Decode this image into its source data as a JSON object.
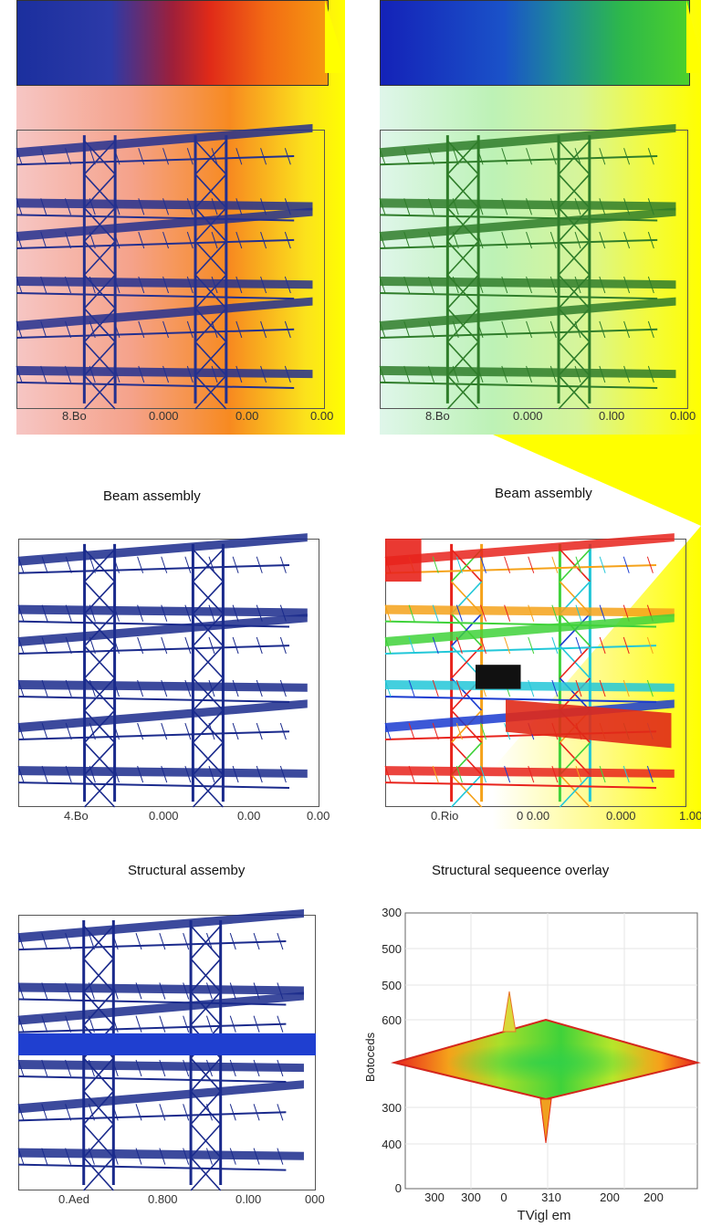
{
  "panels": [
    {
      "ticks": [
        "8.Bo",
        "0.000",
        "0.00",
        "0.00"
      ]
    },
    {
      "ticks": [
        "8.Bo",
        "0.000",
        "0.l00",
        "0.l00"
      ]
    },
    {
      "caption": "Beam assembly",
      "ticks": [
        "4.Bo",
        "0.000",
        "0.00",
        "0.00"
      ]
    },
    {
      "caption": "Beam assembly",
      "ticks": [
        "0.Rio",
        "0 0.00",
        "0.000",
        "1.00"
      ]
    },
    {
      "caption": "Structural assemby",
      "ticks": [
        "0.Aed",
        "0.800",
        "0.l00",
        "000"
      ]
    },
    {
      "caption": "Structural sequeence overlay"
    }
  ],
  "plot": {
    "y_ticks": [
      "300",
      "500",
      "500",
      "600",
      "300",
      "400",
      "0"
    ],
    "x_ticks": [
      "300",
      "300",
      "0",
      "310",
      "200",
      "200"
    ],
    "y_label": "Botoceds",
    "x_label": "TVigl em"
  },
  "colors": {
    "truss_blue": "#1a2a8c",
    "truss_green": "#2f7d2a",
    "frame": "#555555",
    "yellow": "#ffff00"
  }
}
